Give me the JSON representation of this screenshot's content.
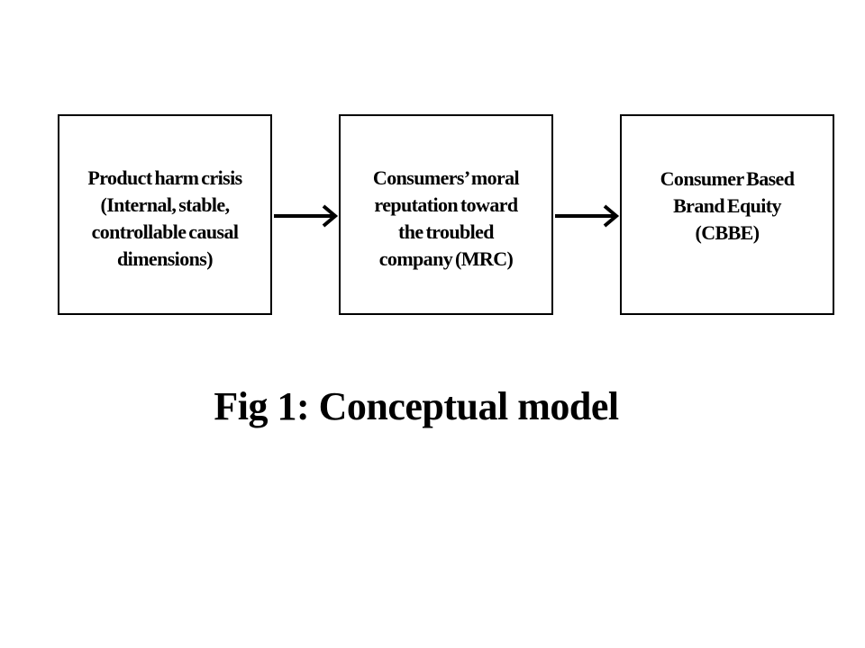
{
  "diagram": {
    "nodes": [
      {
        "id": "product-harm-crisis",
        "lines": [
          "Product harm crisis",
          "(Internal, stable,",
          "controllable causal",
          "dimensions)"
        ]
      },
      {
        "id": "moral-reputation",
        "lines": [
          "Consumers’ moral",
          "reputation toward",
          "the troubled",
          "company (MRC)"
        ]
      },
      {
        "id": "cbbe",
        "lines": [
          "Consumer Based",
          "Brand Equity",
          "(CBBE)"
        ]
      }
    ],
    "edges": [
      {
        "from": "product-harm-crisis",
        "to": "moral-reputation"
      },
      {
        "from": "moral-reputation",
        "to": "cbbe"
      }
    ],
    "caption": "Fig 1: Conceptual model"
  },
  "colors": {
    "stroke": "#000000",
    "text": "#000000",
    "background": "#ffffff"
  }
}
